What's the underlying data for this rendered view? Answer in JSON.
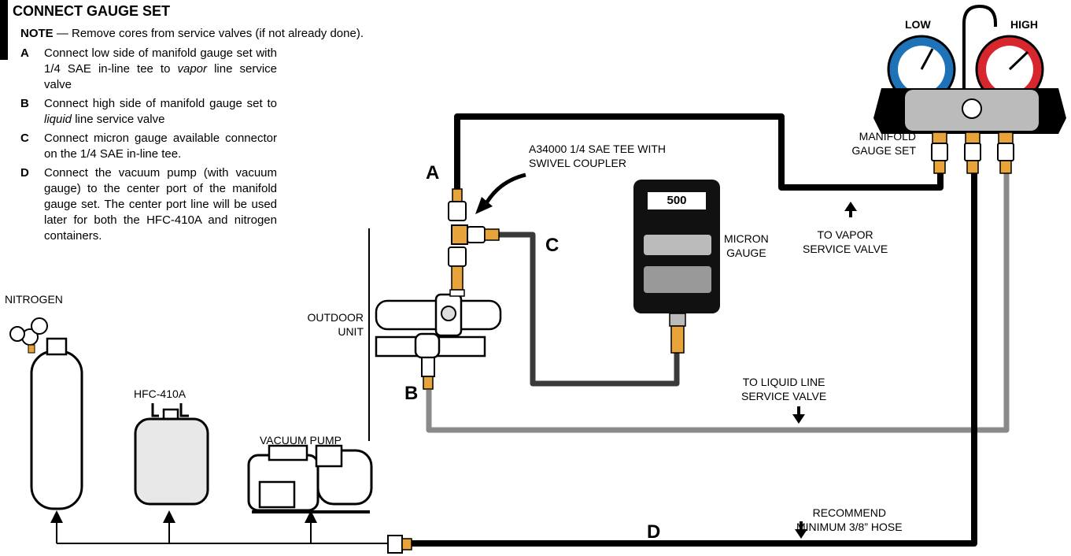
{
  "title": "CONNECT GAUGE SET",
  "note": {
    "label": "NOTE",
    "text": " — Remove cores from service valves (if not already done)."
  },
  "steps": [
    {
      "key": "A",
      "pre": "Connect low side of manifold gauge set with 1/4 SAE in-line tee to ",
      "em": "vapor",
      "post": " line service valve"
    },
    {
      "key": "B",
      "pre": "Connect high side of manifold gauge set to ",
      "em": "liquid",
      "post": " line service valve"
    },
    {
      "key": "C",
      "pre": "Connect micron gauge available connector on the 1/4 SAE in-line tee.",
      "em": "",
      "post": ""
    },
    {
      "key": "D",
      "pre": "Connect the vacuum pump (with vacuum gauge) to the center port of the manifold gauge set. The center port line will be used later for both the HFC-410A and nitrogen containers.",
      "em": "",
      "post": ""
    }
  ],
  "labels": {
    "nitrogen": "NITROGEN",
    "hfc": "HFC-410A",
    "vacuum_pump": "VACUUM PUMP",
    "outdoor_unit": [
      "OUTDOOR",
      "UNIT"
    ],
    "tee": [
      "A34000 1/4 SAE TEE WITH",
      "SWIVEL COUPLER"
    ],
    "micron": [
      "MICRON",
      "GAUGE"
    ],
    "micron_reading": "500",
    "to_vapor": [
      "TO VAPOR",
      "SERVICE VALVE"
    ],
    "to_liquid": [
      "TO LIQUID LINE",
      "SERVICE VALVE"
    ],
    "recommend": [
      "RECOMMEND",
      "MINIMUM 3/8” HOSE"
    ],
    "manifold": [
      "MANIFOLD",
      "GAUGE SET"
    ],
    "low": "LOW",
    "high": "HIGH"
  },
  "letters": {
    "a": "A",
    "b": "B",
    "c": "C",
    "d": "D"
  },
  "colors": {
    "hose_dark": "#000000",
    "hose_mid": "#3a3a3a",
    "hose_light": "#8a8a8a",
    "low_gauge": "#1e73b8",
    "high_gauge": "#d7262e",
    "brass": "#e8a33a"
  }
}
